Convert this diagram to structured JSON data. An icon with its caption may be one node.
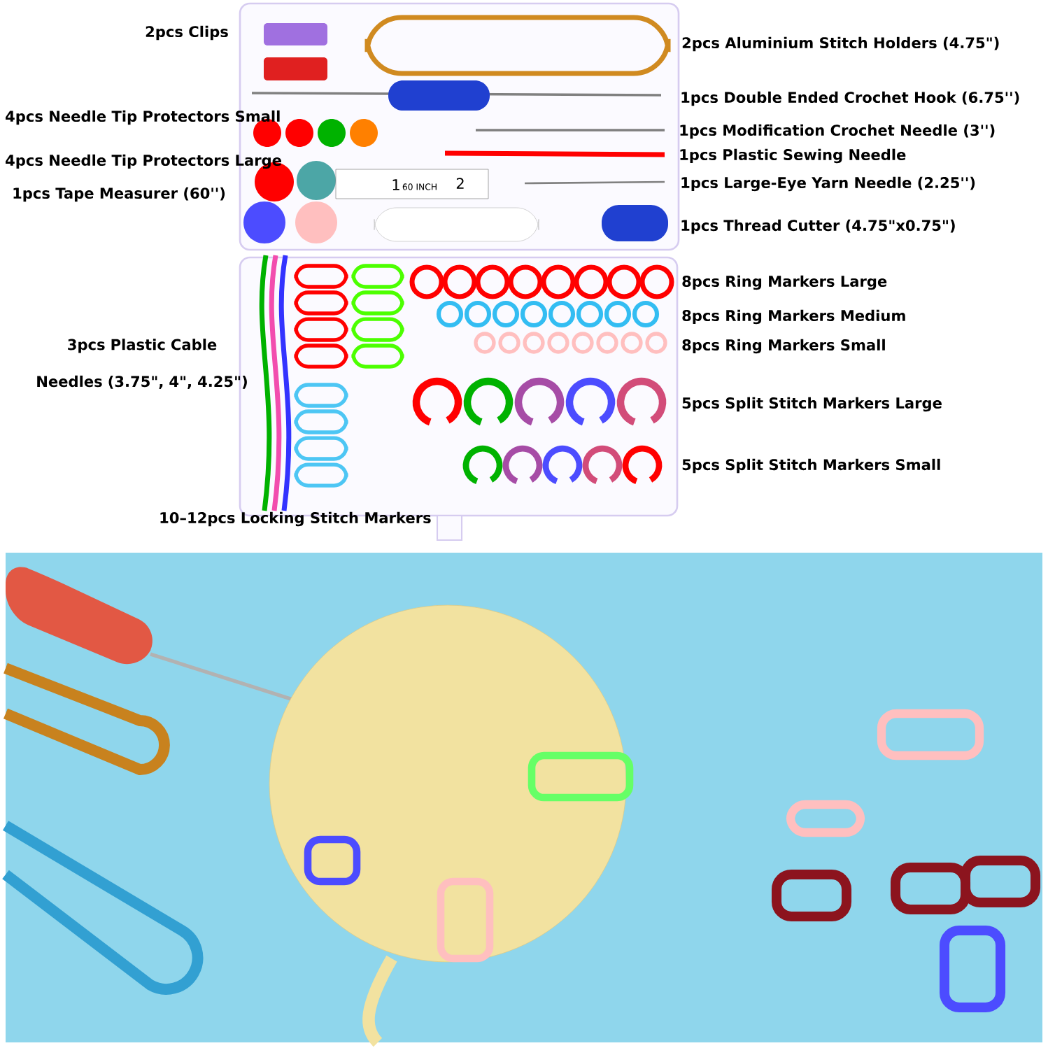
{
  "diagram": {
    "labels": [
      "2pcs Clips",
      "2pcs Aluminium Stitch Holders (4.75\")",
      "1pcs Double Ended Crochet Hook (6.75'')",
      "4pcs Needle Tip Protectors Small",
      "1pcs Modification Crochet Needle (3'')",
      "1pcs Plastic Sewing Needle",
      "4pcs Needle Tip Protectors Large",
      "1pcs Large-Eye Yarn Needle (2.25'')",
      "1",
      "60 INCH",
      "2",
      "1pcs Tape Measurer (60'')",
      "1pcs Thread Cutter (4.75\"x0.75\")",
      "8pcs Ring Markers Large",
      "8pcs Ring Markers Medium",
      "3pcs Plastic Cable Needles (3.75\", 4\", 4.25\")",
      "8pcs Ring Markers Small",
      "5pcs Split Stitch Markers Large",
      "5pcs Split Stitch Markers Small",
      "10–12pcs Locking Stitch Markers"
    ]
  }
}
